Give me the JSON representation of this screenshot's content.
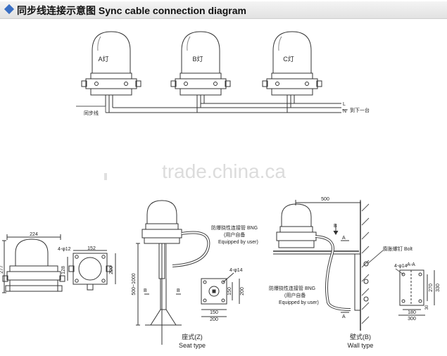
{
  "header": {
    "title": "同步线连接示意图 Sync cable connection diagram"
  },
  "sync": {
    "lamps": [
      "A灯",
      "B灯",
      "C灯"
    ],
    "sync_line_label": "同步线",
    "L": "L",
    "N": "N",
    "next_label": "到下一台"
  },
  "watermark": "trade.china.ca",
  "front": {
    "width": "224",
    "height": "277"
  },
  "base": {
    "holes": "4-φ12",
    "w": "152",
    "h1": "128",
    "h2": "220"
  },
  "seat": {
    "pipe_label": "防爆挠性连接管 BNG",
    "user_cn": "(用户自备",
    "user_en": "Equipped by user)",
    "height": "500~1000",
    "B": "B",
    "plate_holes": "4-φ14",
    "d150v": "150",
    "d200v": "200",
    "d150h": "150",
    "d200h": "200",
    "caption_cn": "座式(Z)",
    "caption_en": "Seat type"
  },
  "wall": {
    "dim": "500",
    "A": "A",
    "B": "B",
    "bolt": "膨胀螺钉 Bolt",
    "pipe_label": "防爆挠性连接管 BNG",
    "user_cn": "(用户自备",
    "user_en": "Equipped by user)",
    "section": "A-A",
    "holes": "4-φ14",
    "d180": "180",
    "d300": "300",
    "d270": "270",
    "d330": "330",
    "d30": "30",
    "caption_cn": "壁式(B)",
    "caption_en": "Wall type"
  }
}
